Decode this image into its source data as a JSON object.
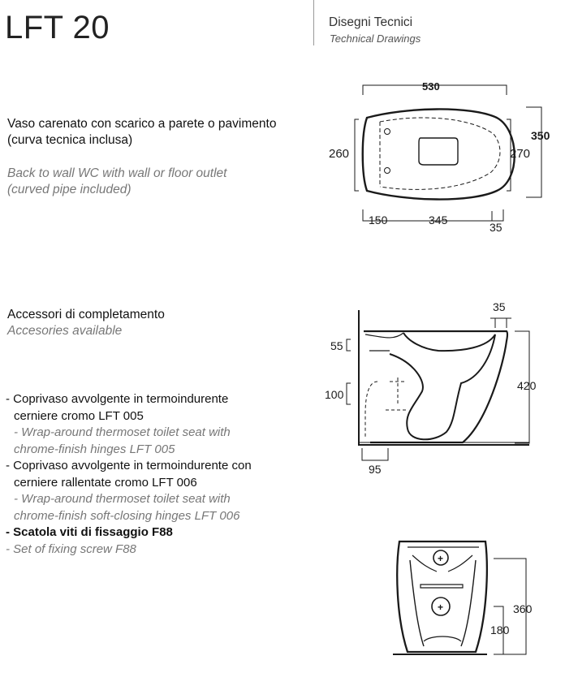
{
  "header": {
    "title": "LFT 20",
    "section_it": "Disegni Tecnici",
    "section_en": "Technical Drawings"
  },
  "product": {
    "desc_it_line1": "Vaso carenato con scarico a parete o pavimento",
    "desc_it_line2": "(curva tecnica inclusa)",
    "desc_en_line1": "Back to wall WC  with wall or floor outlet",
    "desc_en_line2": "(curved pipe included)"
  },
  "accessories": {
    "title_it": "Accessori di completamento",
    "title_en": "Accesories available",
    "items": [
      {
        "it": [
          "- Coprivaso avvolgente in termoindurente",
          "cerniere cromo LFT 005"
        ],
        "en": [
          "- Wrap-around thermoset toilet seat with",
          "chrome-finish hinges LFT 005"
        ]
      },
      {
        "it": [
          "- Coprivaso avvolgente in termoindurente con",
          "cerniere  rallentate cromo LFT 006"
        ],
        "en": [
          "- Wrap-around thermoset toilet seat with",
          "chrome-finish soft-closing hinges LFT 006"
        ]
      },
      {
        "it": [
          "- Scatola viti di fissaggio F88"
        ],
        "en": [
          "- Set of fixing screw F88"
        ]
      }
    ]
  },
  "drawings": {
    "top_view": {
      "overall_length": "530",
      "width_outer": "350",
      "width_inner_left": "260",
      "width_inner_right": "270",
      "rear_offset": "150",
      "hole_distance": "345",
      "front_offset": "35"
    },
    "side_view": {
      "rim_offset": "35",
      "top_depth": "55",
      "outlet_height": "100",
      "height": "420",
      "floor_outlet": "95"
    },
    "back_view": {
      "height": "360",
      "lower_hole_height": "180"
    }
  }
}
